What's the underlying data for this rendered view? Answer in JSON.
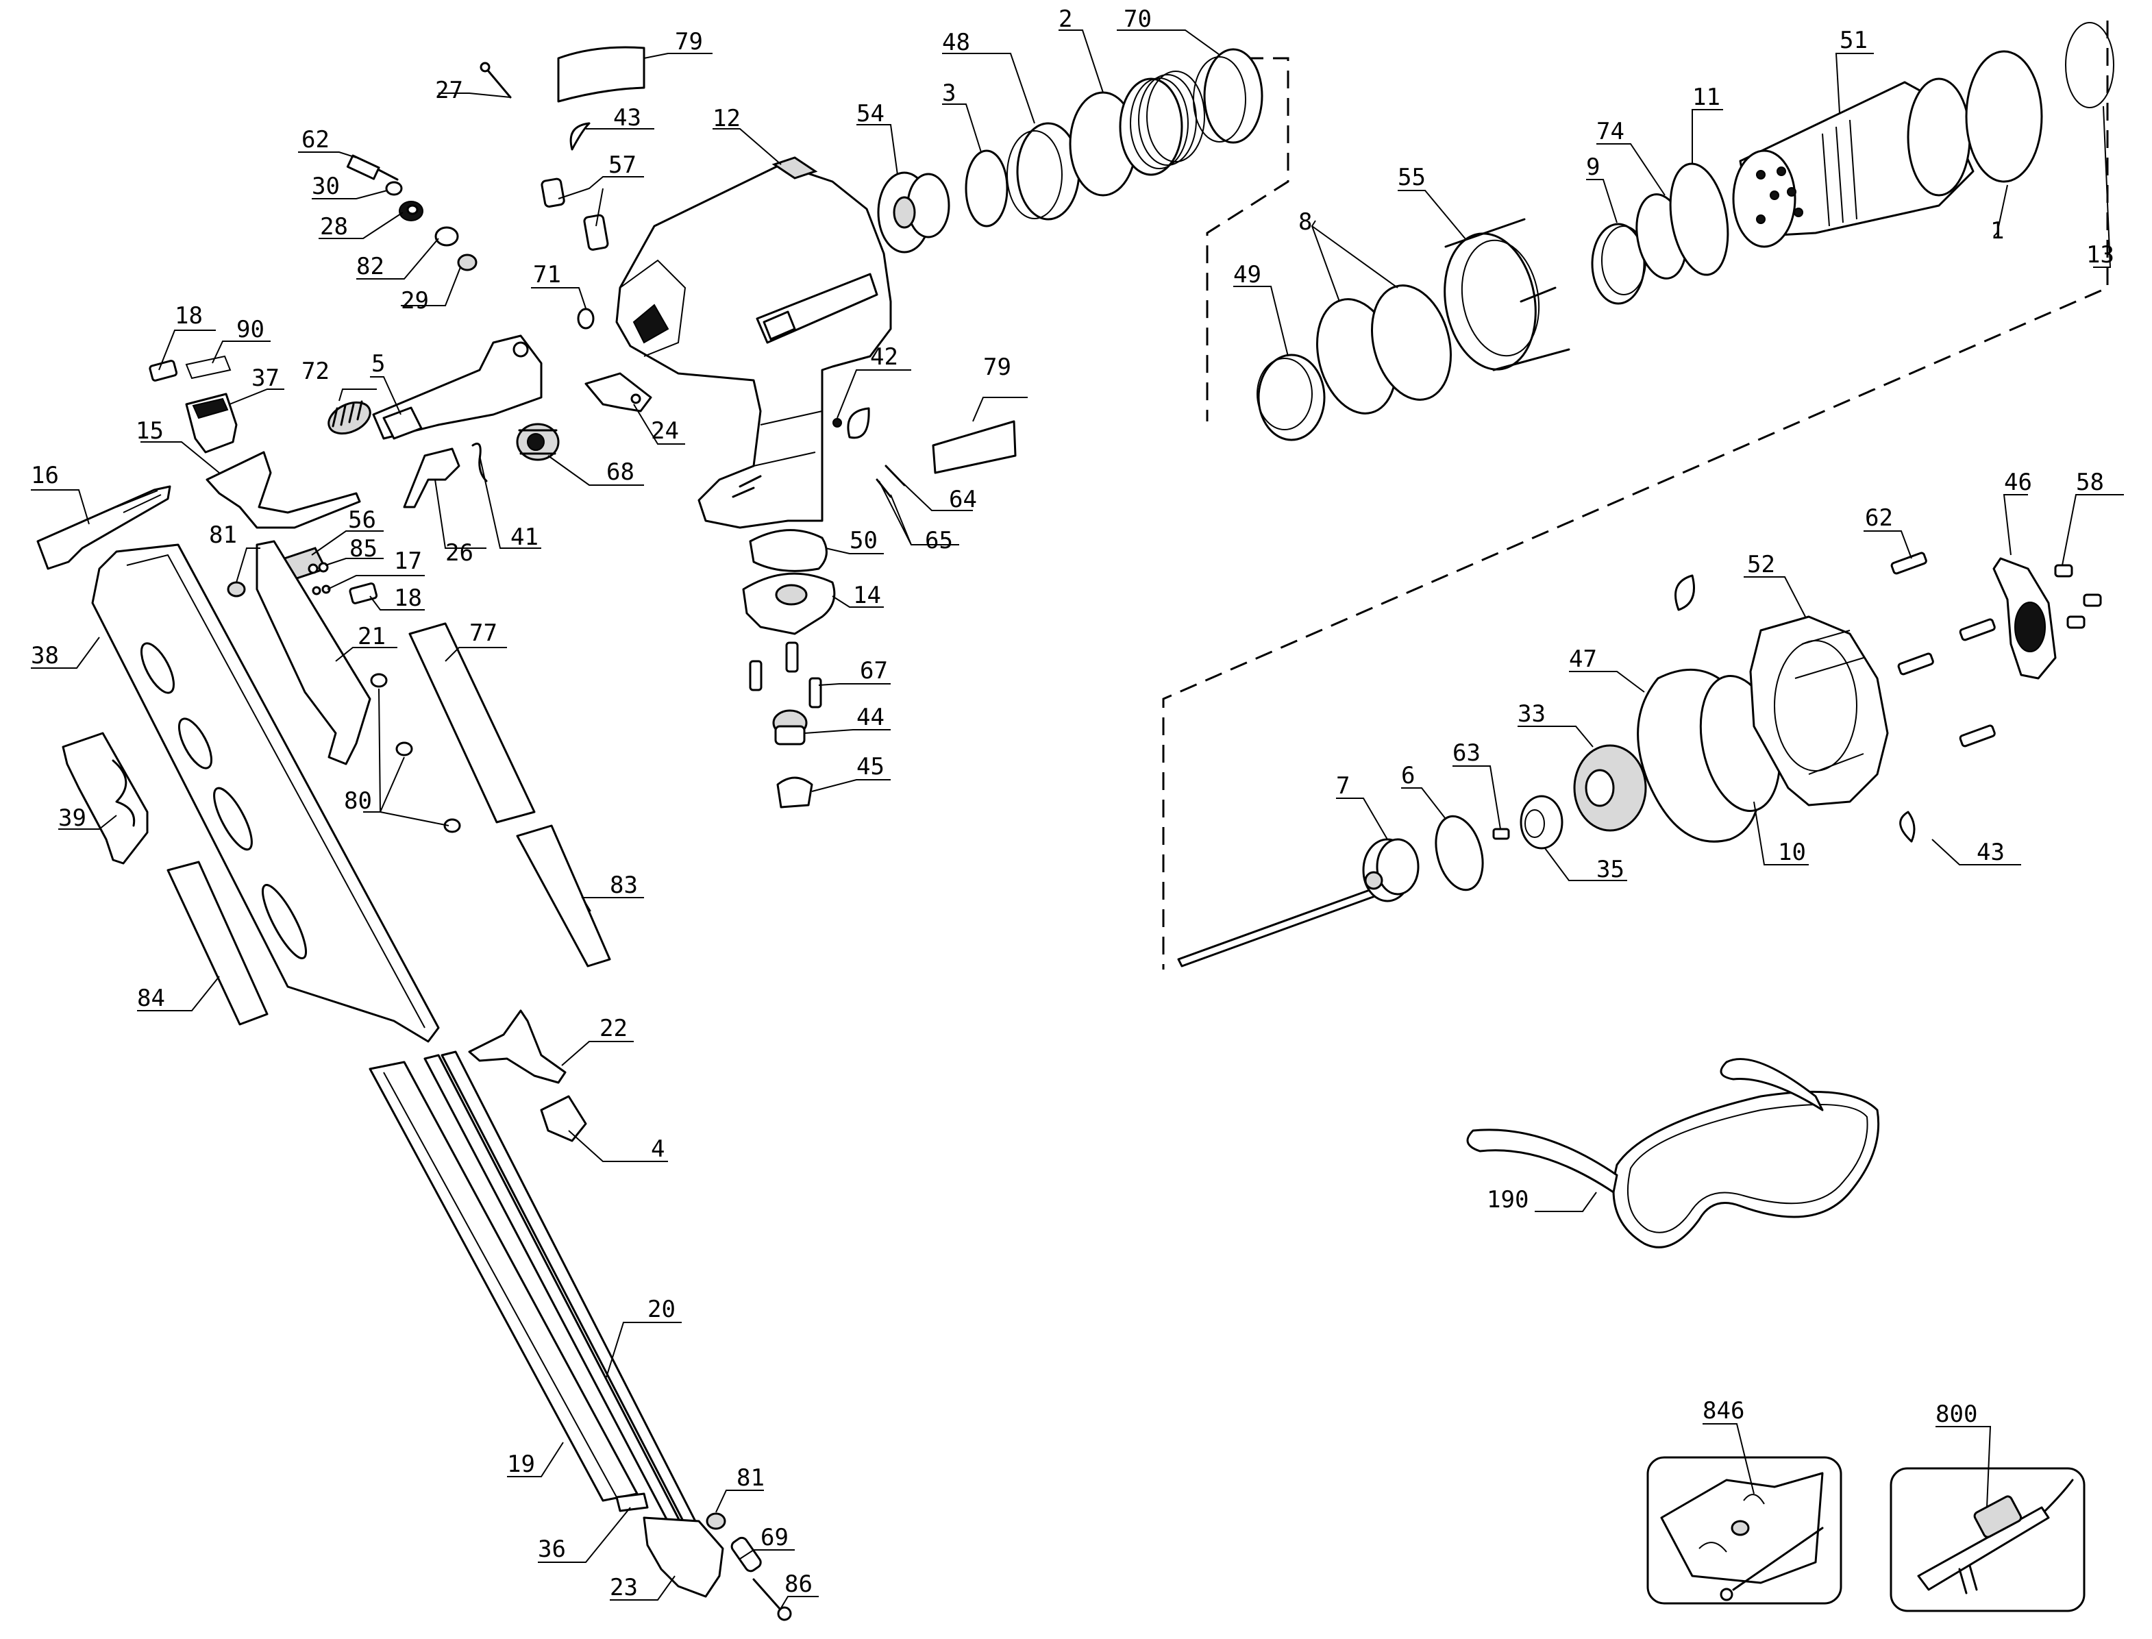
{
  "callouts": [
    {
      "id": "c79a",
      "text": "79"
    },
    {
      "id": "c27",
      "text": "27"
    },
    {
      "id": "c43a",
      "text": "43"
    },
    {
      "id": "c62a",
      "text": "62"
    },
    {
      "id": "c30",
      "text": "30"
    },
    {
      "id": "c28",
      "text": "28"
    },
    {
      "id": "c82",
      "text": "82"
    },
    {
      "id": "c29",
      "text": "29"
    },
    {
      "id": "c57",
      "text": "57"
    },
    {
      "id": "c71",
      "text": "71"
    },
    {
      "id": "c12",
      "text": "12"
    },
    {
      "id": "c54",
      "text": "54"
    },
    {
      "id": "c3",
      "text": "3"
    },
    {
      "id": "c48",
      "text": "48"
    },
    {
      "id": "c2",
      "text": "2"
    },
    {
      "id": "c70",
      "text": "70"
    },
    {
      "id": "c18a",
      "text": "18"
    },
    {
      "id": "c90",
      "text": "90"
    },
    {
      "id": "c37",
      "text": "37"
    },
    {
      "id": "c72",
      "text": "72"
    },
    {
      "id": "c5",
      "text": "5"
    },
    {
      "id": "c15",
      "text": "15"
    },
    {
      "id": "c16",
      "text": "16"
    },
    {
      "id": "c24",
      "text": "24"
    },
    {
      "id": "c68",
      "text": "68"
    },
    {
      "id": "c42",
      "text": "42"
    },
    {
      "id": "c79b",
      "text": "79"
    },
    {
      "id": "c64",
      "text": "64"
    },
    {
      "id": "c65",
      "text": "65"
    },
    {
      "id": "c41",
      "text": "41"
    },
    {
      "id": "c26",
      "text": "26"
    },
    {
      "id": "c56",
      "text": "56"
    },
    {
      "id": "c81a",
      "text": "81"
    },
    {
      "id": "c85",
      "text": "85"
    },
    {
      "id": "c17",
      "text": "17"
    },
    {
      "id": "c18b",
      "text": "18"
    },
    {
      "id": "c50",
      "text": "50"
    },
    {
      "id": "c14",
      "text": "14"
    },
    {
      "id": "c38",
      "text": "38"
    },
    {
      "id": "c21",
      "text": "21"
    },
    {
      "id": "c77",
      "text": "77"
    },
    {
      "id": "c67",
      "text": "67"
    },
    {
      "id": "c44",
      "text": "44"
    },
    {
      "id": "c45",
      "text": "45"
    },
    {
      "id": "c39",
      "text": "39"
    },
    {
      "id": "c80",
      "text": "80"
    },
    {
      "id": "c83",
      "text": "83"
    },
    {
      "id": "c84",
      "text": "84"
    },
    {
      "id": "c22",
      "text": "22"
    },
    {
      "id": "c4",
      "text": "4"
    },
    {
      "id": "c20",
      "text": "20"
    },
    {
      "id": "c19",
      "text": "19"
    },
    {
      "id": "c81b",
      "text": "81"
    },
    {
      "id": "c36",
      "text": "36"
    },
    {
      "id": "c69",
      "text": "69"
    },
    {
      "id": "c23",
      "text": "23"
    },
    {
      "id": "c86",
      "text": "86"
    },
    {
      "id": "c51",
      "text": "51"
    },
    {
      "id": "c74",
      "text": "74"
    },
    {
      "id": "c11",
      "text": "11"
    },
    {
      "id": "c9",
      "text": "9"
    },
    {
      "id": "c55",
      "text": "55"
    },
    {
      "id": "c8",
      "text": "8"
    },
    {
      "id": "c49",
      "text": "49"
    },
    {
      "id": "c1",
      "text": "1"
    },
    {
      "id": "c13",
      "text": "13"
    },
    {
      "id": "c62b",
      "text": "62"
    },
    {
      "id": "c46",
      "text": "46"
    },
    {
      "id": "c58",
      "text": "58"
    },
    {
      "id": "c52",
      "text": "52"
    },
    {
      "id": "c47",
      "text": "47"
    },
    {
      "id": "c33",
      "text": "33"
    },
    {
      "id": "c63",
      "text": "63"
    },
    {
      "id": "c6",
      "text": "6"
    },
    {
      "id": "c7",
      "text": "7"
    },
    {
      "id": "c35",
      "text": "35"
    },
    {
      "id": "c10",
      "text": "10"
    },
    {
      "id": "c43b",
      "text": "43"
    },
    {
      "id": "c190",
      "text": "190"
    },
    {
      "id": "c846",
      "text": "846"
    },
    {
      "id": "c800",
      "text": "800"
    }
  ]
}
